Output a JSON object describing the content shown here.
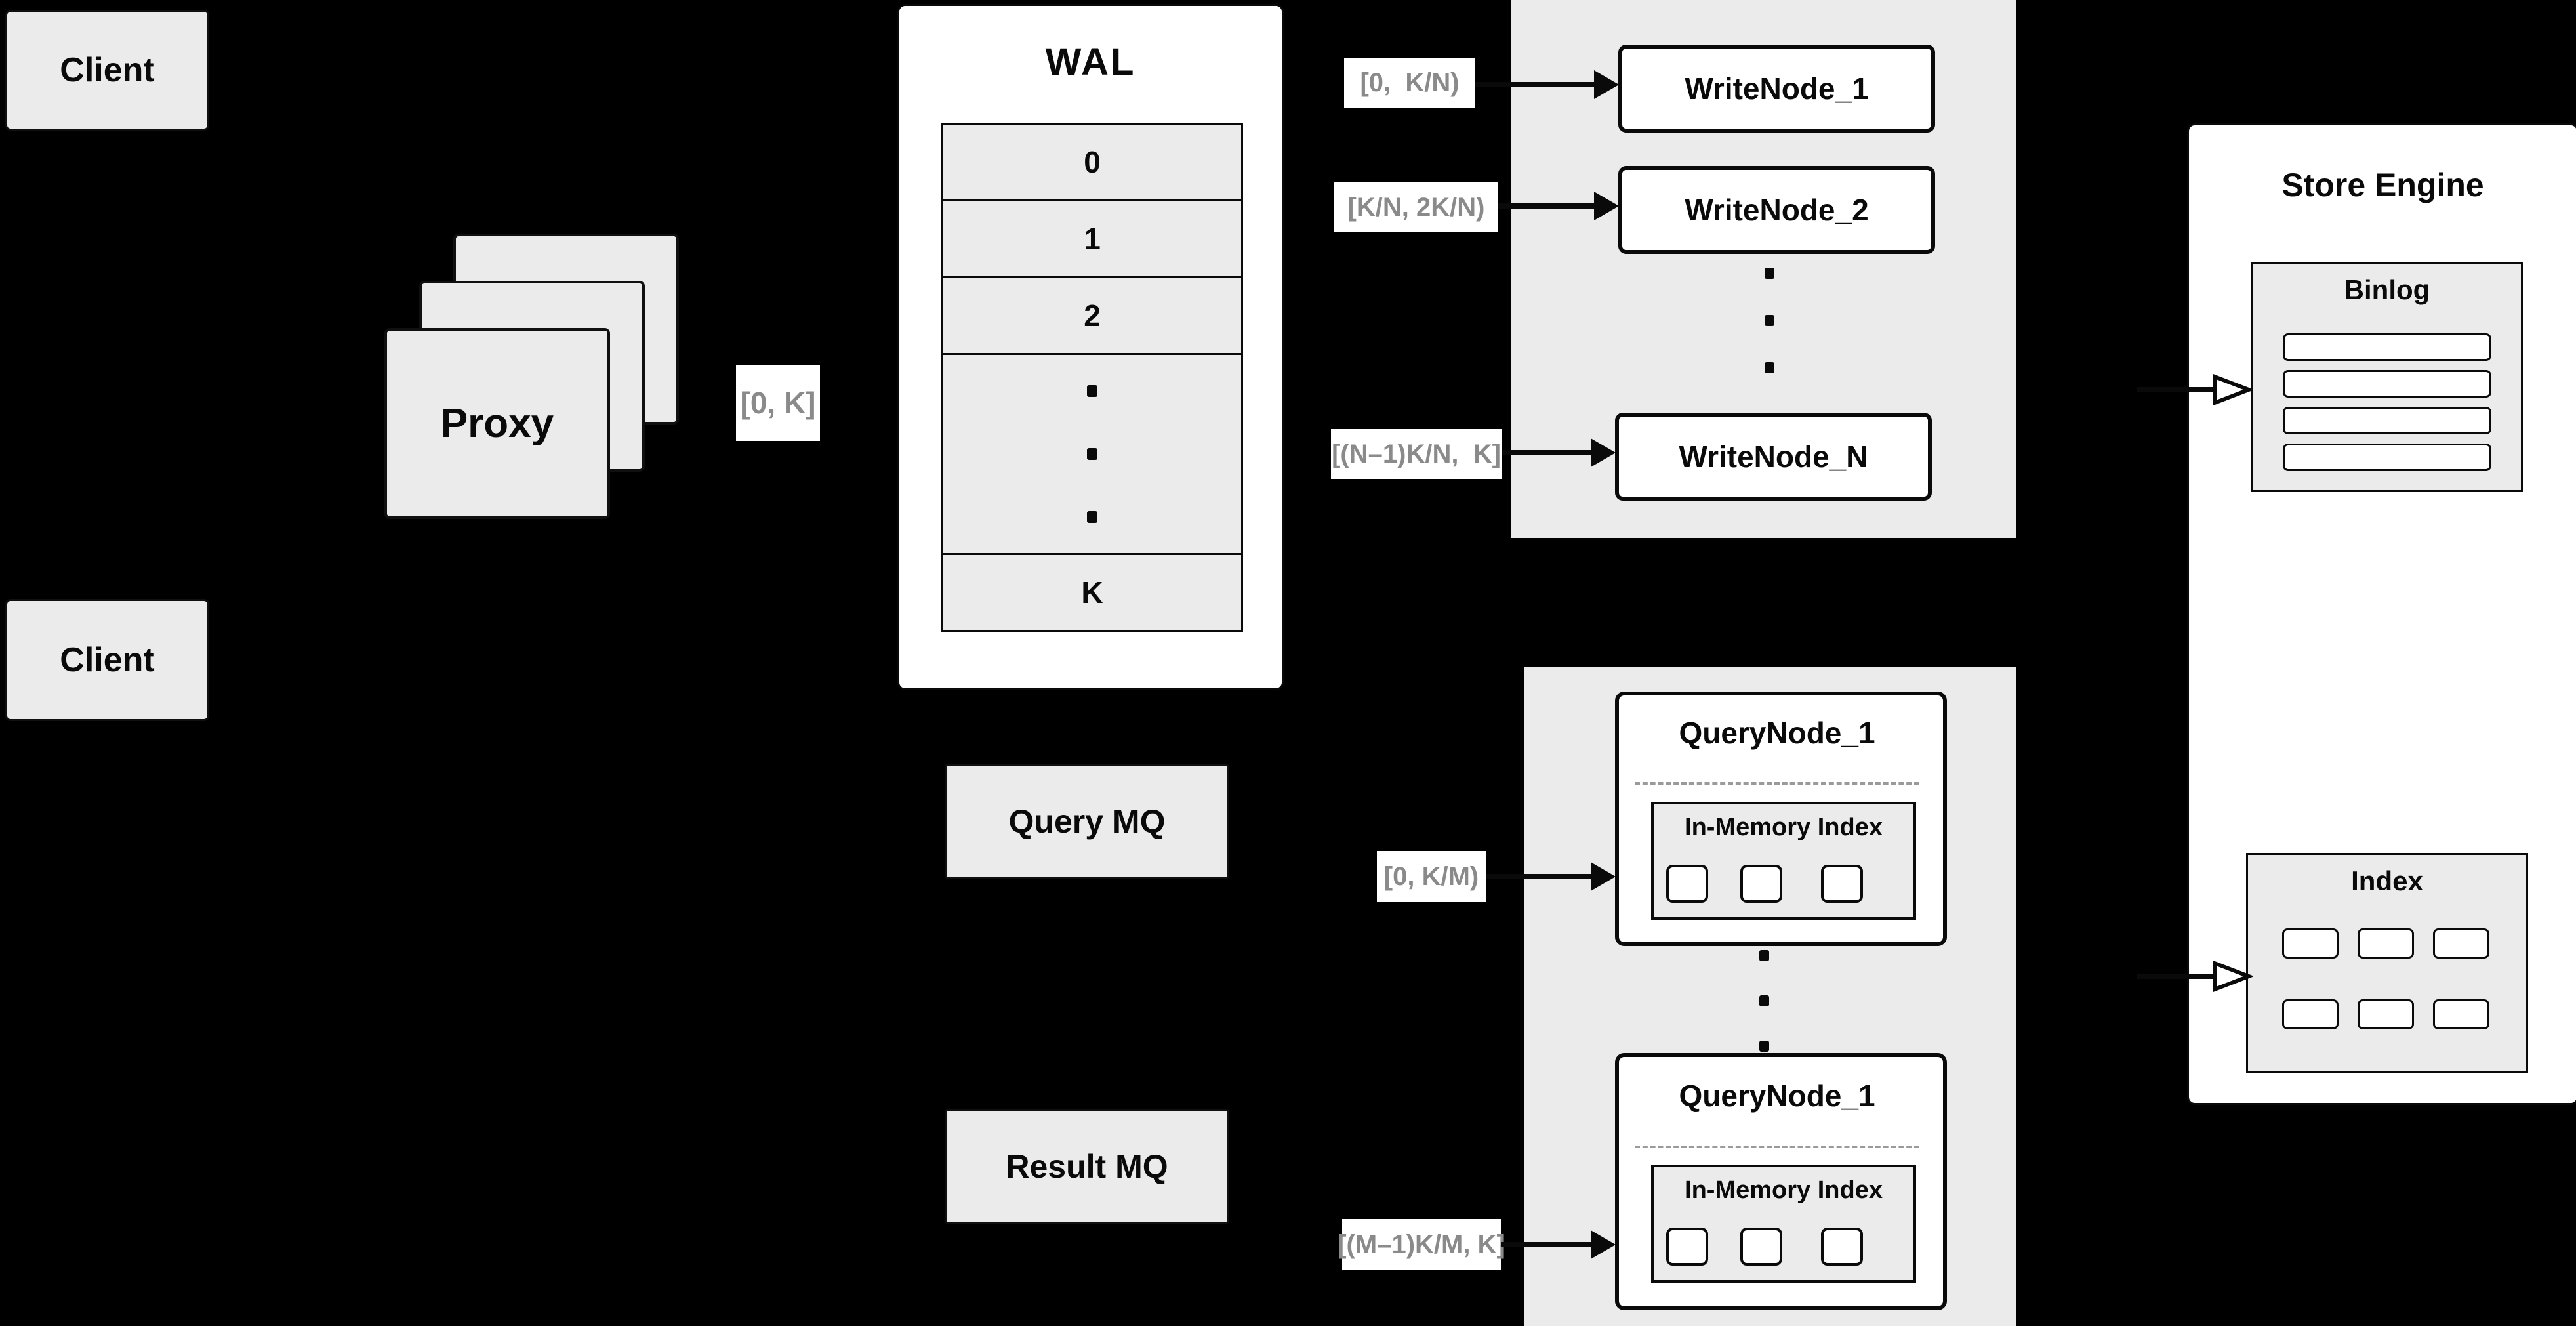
{
  "colors": {
    "background": "#000000",
    "panel_white": "#ffffff",
    "box_gray": "#ebebeb",
    "border": "#0a0a0a",
    "label_text": "#8a8a8a"
  },
  "client_top": {
    "label": "Client"
  },
  "client_bottom": {
    "label": "Client"
  },
  "proxy": {
    "label": "Proxy"
  },
  "range_labels": {
    "proxy_to_wal": "[0, K]",
    "write_1": "[0,  K/N)",
    "write_2": "[K/N, 2K/N)",
    "write_n": "[(N–1)K/N,  K]",
    "query_1": "[0, K/M)",
    "query_m": "[(M–1)K/M, K]"
  },
  "wal": {
    "title": "WAL",
    "row_0": "0",
    "row_1": "1",
    "row_2": "2",
    "row_k": "K"
  },
  "write_group": {
    "node_1": "WriteNode_1",
    "node_2": "WriteNode_2",
    "node_n": "WriteNode_N"
  },
  "query_group": {
    "node_top": {
      "title": "QueryNode_1",
      "index_title": "In-Memory Index"
    },
    "node_bottom": {
      "title": "QueryNode_1",
      "index_title": "In-Memory Index"
    }
  },
  "mq": {
    "query_label": "Query MQ",
    "result_label": "Result MQ"
  },
  "store_engine": {
    "title": "Store Engine",
    "binlog": {
      "title": "Binlog"
    },
    "index": {
      "title": "Index"
    }
  }
}
